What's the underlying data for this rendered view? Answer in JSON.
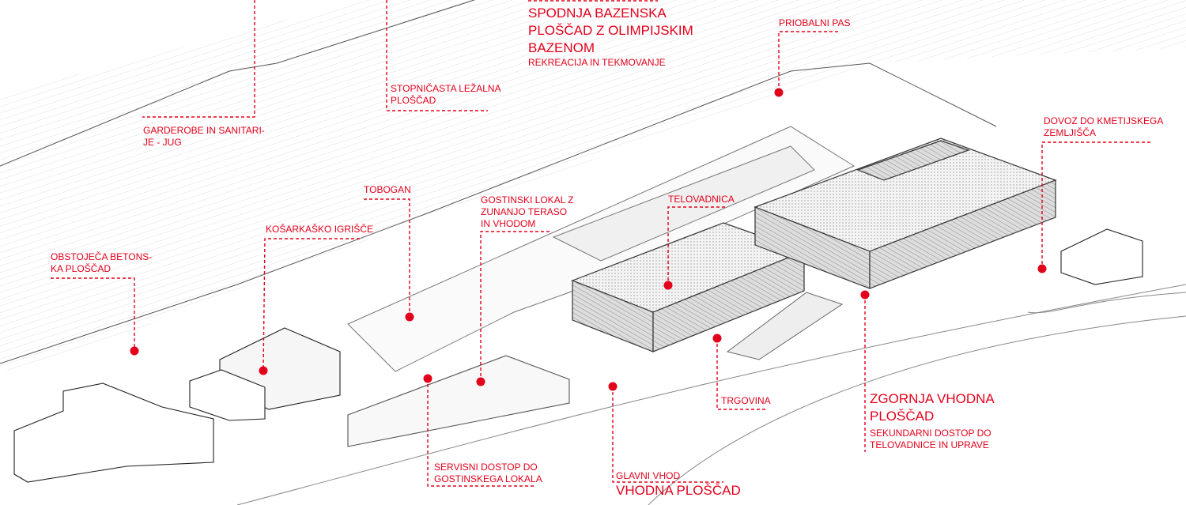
{
  "accent_color": "#e3001b",
  "callouts": {
    "lower_pool": {
      "title_lines": [
        "SPODNJA BAZENSKA",
        "PLOŠČAD Z OLIMPIJSKIM",
        "BAZENOM"
      ],
      "subtitle": "REKREACIJA IN TEKMOVANJE"
    },
    "riparian": {
      "lines": [
        "PRIOBALNI PAS"
      ]
    },
    "stepped_deck": {
      "lines": [
        "STOPNIČASTA LEŽALNA",
        "PLOŠČAD"
      ]
    },
    "changing_rooms": {
      "lines": [
        "GARDEROBE IN SANITARI-",
        "JE - JUG"
      ]
    },
    "farm_access": {
      "lines": [
        "DOVOZ DO KMETIJSKEGA",
        "ZEMLJIŠČA"
      ]
    },
    "slide": {
      "lines": [
        "TOBOGAN"
      ]
    },
    "restaurant": {
      "lines": [
        "GOSTINSKI LOKAL Z",
        "ZUNANJO TERASO",
        "IN VHODOM"
      ]
    },
    "gym": {
      "lines": [
        "TELOVADNICA"
      ]
    },
    "basketball": {
      "lines": [
        "KOŠARKAŠKO IGRIŠČE"
      ]
    },
    "concrete_plaza": {
      "lines": [
        "OBSTOJEČA BETONS-",
        "KA PLOŠČAD"
      ]
    },
    "shop": {
      "lines": [
        "TRGOVINA"
      ]
    },
    "upper_entrance": {
      "title_lines": [
        "ZGORNJA VHODNA",
        "PLOŠČAD"
      ],
      "subtitle_lines": [
        "SEKUNDARNI DOSTOP DO",
        "TELOVADNICE IN UPRAVE"
      ]
    },
    "service_access": {
      "lines": [
        "SERVISNI DOSTOP DO",
        "GOSTINSKEGA LOKALA"
      ]
    },
    "main_entrance": {
      "subtitle": "GLAVNI VHOD",
      "title": "VHODNA PLOŠČAD"
    }
  }
}
